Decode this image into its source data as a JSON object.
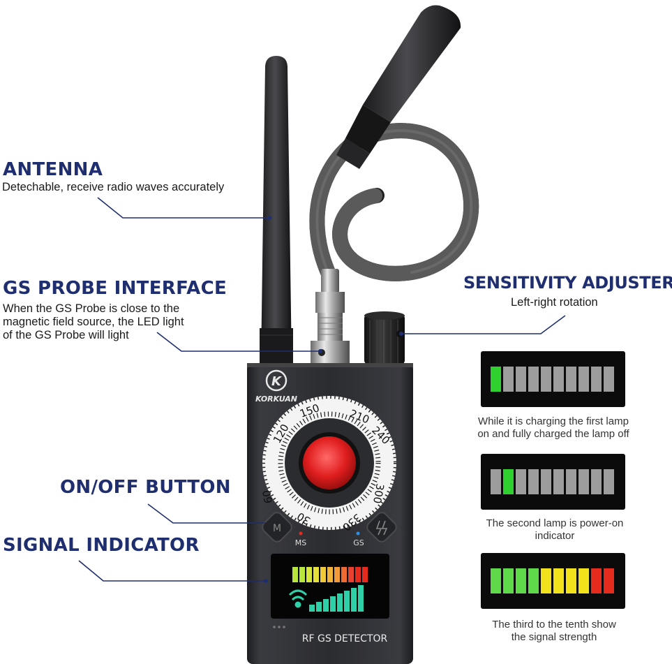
{
  "antenna": {
    "title": "ANTENNA",
    "desc": "Detechable, receive radio waves accurately"
  },
  "gs_probe": {
    "title": "GS PROBE INTERFACE",
    "desc_lines": [
      "When the GS Probe is close to the",
      "magnetic field source, the LED light",
      "of the GS Probe will light"
    ]
  },
  "sensitivity": {
    "title": "SENSITIVITY ADJUSTER",
    "desc": "Left-right rotation"
  },
  "onoff": {
    "title": "ON/OFF BUTTON"
  },
  "signal": {
    "title": "SIGNAL INDICATOR"
  },
  "device": {
    "brand": "KORKUAN",
    "brand_mark": "K",
    "dial_labels": [
      "150",
      "210",
      "240",
      "120",
      "300",
      "60",
      "330",
      "30"
    ],
    "ms_label": "MS",
    "gs_label": "GS",
    "m_button": "M",
    "product_name": "RF  GS  DETECTOR",
    "button_icons": [
      "m-button-icon",
      "bolt-icon"
    ]
  },
  "panels": [
    {
      "caption_lines": [
        "While it is charging the first lamp",
        "on and fully charged the lamp off"
      ],
      "lamp_colors": [
        "#2fd12f",
        "#9d9d9d",
        "#9d9d9d",
        "#9d9d9d",
        "#9d9d9d",
        "#9d9d9d",
        "#9d9d9d",
        "#9d9d9d",
        "#9d9d9d",
        "#9d9d9d"
      ]
    },
    {
      "caption_lines": [
        "The second lamp is power-on",
        "indicator"
      ],
      "lamp_colors": [
        "#9d9d9d",
        "#2fd12f",
        "#9d9d9d",
        "#9d9d9d",
        "#9d9d9d",
        "#9d9d9d",
        "#9d9d9d",
        "#9d9d9d",
        "#9d9d9d",
        "#9d9d9d"
      ]
    },
    {
      "caption_lines": [
        "The third to the tenth show",
        "the signal strength"
      ],
      "lamp_colors": [
        "#5fd84a",
        "#5fd84a",
        "#5fd84a",
        "#5fd84a",
        "#f2e21c",
        "#f2e21c",
        "#f2e21c",
        "#f2e21c",
        "#e52b1e",
        "#e52b1e"
      ]
    }
  ],
  "colors": {
    "heading": "#1f2e6e",
    "leader_line": "#1f2e6e",
    "device_body": "#2c2d31",
    "lamp_off": "#9d9d9d",
    "lamp_green": "#2fd12f",
    "signal_red": "#e52b1e"
  }
}
